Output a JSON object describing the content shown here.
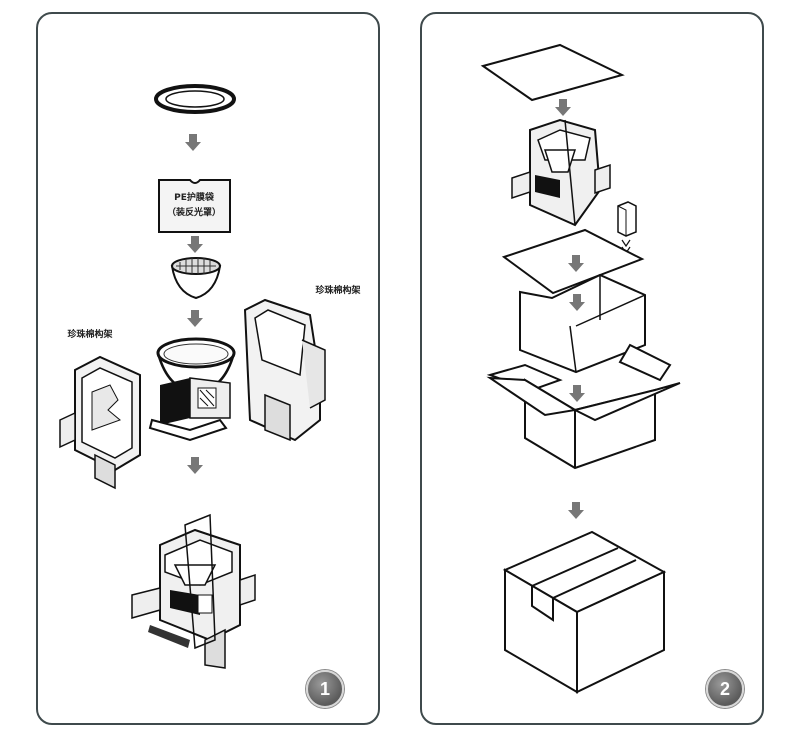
{
  "panels": [
    {
      "step": "1",
      "labels": {
        "bag_line1": "PE护膜袋",
        "bag_line2": "（装反光罩）",
        "foam_left": "珍珠棉构架",
        "foam_right": "珍珠棉构架"
      },
      "components": [
        "ring-gasket",
        "pe-film-bag",
        "reflector-grille",
        "lamp-with-reflector",
        "foam-frame-left",
        "foam-frame-right",
        "assembled-package"
      ]
    },
    {
      "step": "2",
      "components": [
        "top-cardboard-sheet",
        "foam-wrapped-lamp",
        "accessory-box",
        "divider-sheet",
        "inner-box",
        "outer-box-open",
        "sealed-box"
      ]
    }
  ],
  "colors": {
    "border": "#3f4a4c",
    "arrow": "#777777",
    "line": "#222222",
    "foam": "#e6e6e6",
    "badge": "#6b6b6b"
  }
}
